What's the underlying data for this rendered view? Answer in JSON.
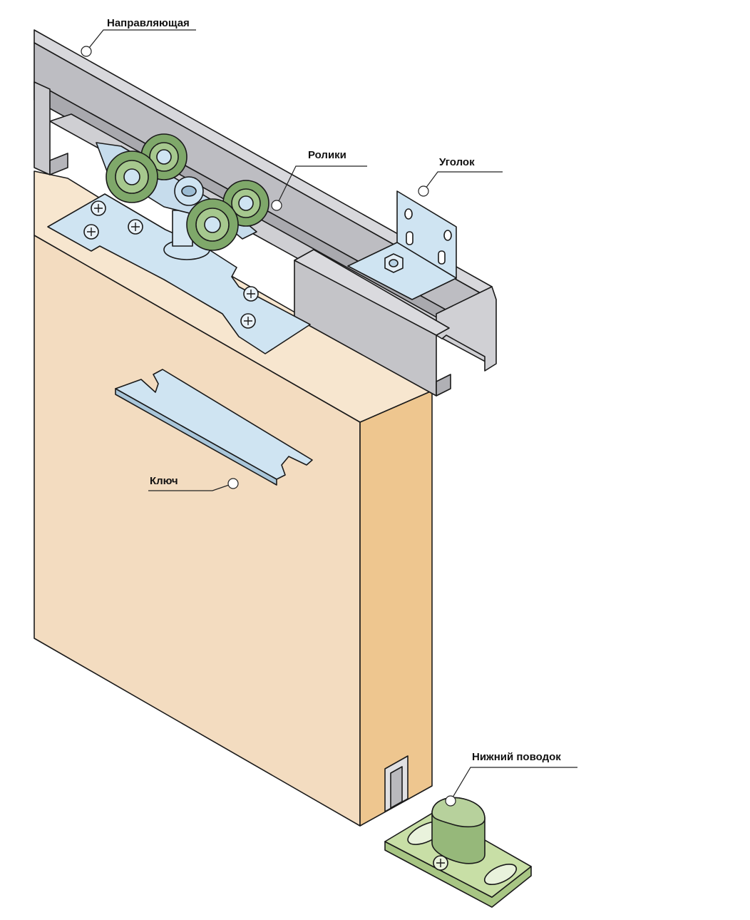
{
  "labels": {
    "rail": "Направляющая",
    "rollers": "Ролики",
    "bracket": "Уголок",
    "key": "Ключ",
    "bottom_guide": "Нижний поводок"
  },
  "colors": {
    "door_face": "#f3dcc0",
    "door_top": "#f7e6cf",
    "door_edge": "#eec68f",
    "rail": "#c4c4c8",
    "metal_blue": "#cfe4f2",
    "roller_green": "#7fa86a",
    "guide_green": "#c8dfa6"
  }
}
